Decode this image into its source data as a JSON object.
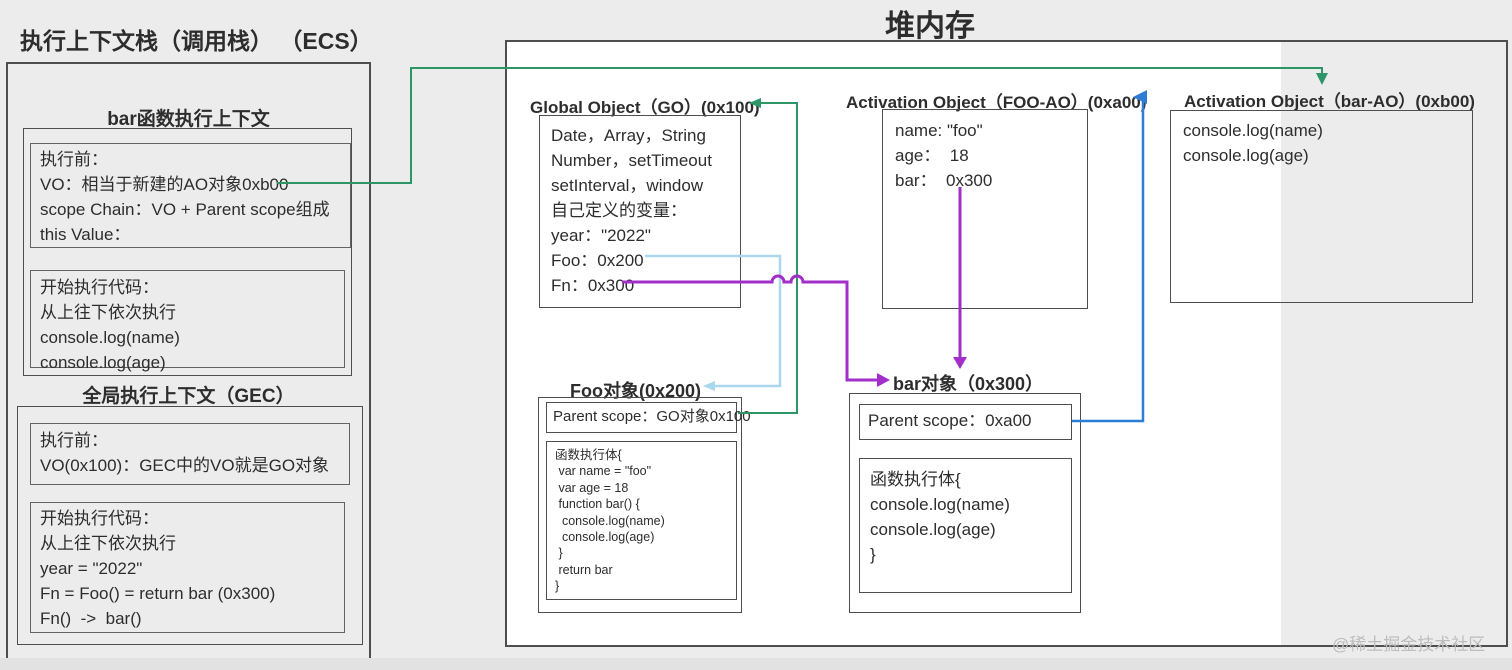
{
  "colors": {
    "green": "#2d9566",
    "purple": "#a22fc9",
    "blue": "#2d7cd6",
    "light_blue": "#a8d7ee",
    "border_dark": "#4e4e4e",
    "heap_fill": "#ffffff",
    "watermark_gray": "#bdbdbd"
  },
  "ecs": {
    "title": "执行上下文栈（调用栈） （ECS）",
    "bar_context": {
      "title": "bar函数执行上下文",
      "before_lines": [
        "执行前：",
        "VO：相当于新建的AO对象0xb00",
        "scope Chain：VO + Parent scope组成",
        "this Value："
      ],
      "exec_lines": [
        "开始执行代码：",
        "从上往下依次执行",
        "console.log(name)",
        "console.log(age)"
      ]
    },
    "gec_context": {
      "title": "全局执行上下文（GEC）",
      "before_lines": [
        "执行前：",
        "VO(0x100)：GEC中的VO就是GO对象"
      ],
      "exec_lines": [
        "开始执行代码：",
        "从上往下依次执行",
        "year = \"2022\"",
        "Fn = Foo() = return bar (0x300)",
        "Fn()  ->  bar()"
      ]
    }
  },
  "heap": {
    "title": "堆内存",
    "global_object": {
      "title": "Global Object（GO）(0x100)",
      "lines": [
        "Date，Array，String",
        "Number，setTimeout",
        "setInterval，window",
        "自己定义的变量：",
        "year：\"2022\"",
        "Foo：0x200",
        "Fn：0x300"
      ]
    },
    "foo_ao": {
      "title": "Activation Object（FOO-AO）(0xa00)",
      "lines": [
        "name: \"foo\"",
        "age：  18",
        "bar：  0x300"
      ]
    },
    "bar_ao": {
      "title": "Activation Object（bar-AO）(0xb00)",
      "lines": [
        "console.log(name)",
        "console.log(age)"
      ]
    },
    "foo_obj": {
      "title": "Foo对象(0x200)",
      "parent_scope": "Parent scope：GO对象0x100",
      "code_lines": [
        "函数执行体{",
        " var name = \"foo\"",
        " var age = 18",
        " function bar() {",
        "  console.log(name)",
        "  console.log(age)",
        " }",
        " return bar",
        "}"
      ]
    },
    "bar_obj": {
      "title": "bar对象（0x300）",
      "parent_scope": "Parent scope：0xa00",
      "code_lines": [
        "函数执行体{",
        "console.log(name)",
        "console.log(age)",
        "}"
      ]
    }
  },
  "watermark": "@稀土掘金技术社区"
}
